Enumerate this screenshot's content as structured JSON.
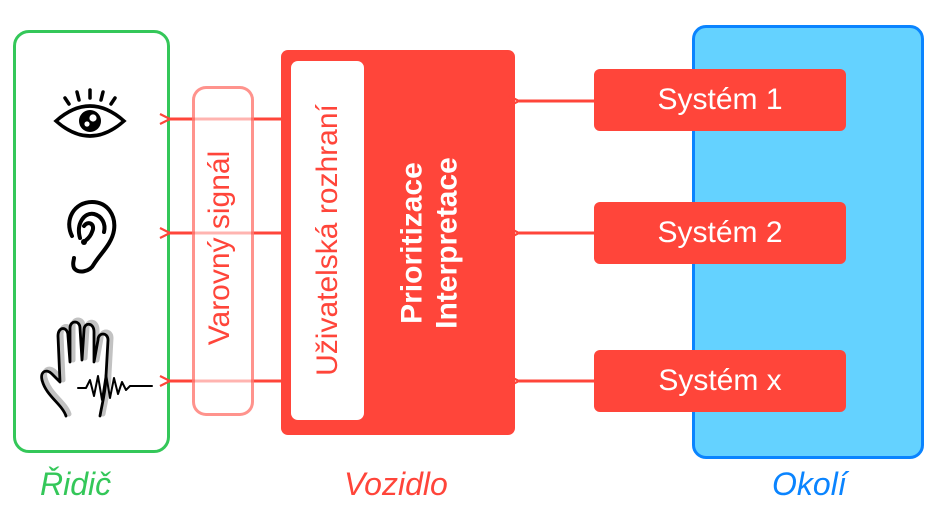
{
  "colors": {
    "driver": "#34c759",
    "vehicle": "#ff453a",
    "environment_fill": "#64d2ff",
    "environment_border": "#0a84ff",
    "warning_border": "rgba(255,59,48,0.55)"
  },
  "driver": {
    "caption": "Řidič",
    "senses": [
      {
        "icon": "eye-icon"
      },
      {
        "icon": "ear-icon"
      },
      {
        "icon": "hand-vibration-icon"
      }
    ]
  },
  "warning_signal": {
    "label": "Varovný signál"
  },
  "vehicle": {
    "caption": "Vozidlo",
    "user_interface_label": "Uživatelská rozhraní",
    "processing_lines": [
      "Prioritizace",
      "Interpretace"
    ]
  },
  "environment": {
    "caption": "Okolí",
    "systems": [
      {
        "label": "Systém 1"
      },
      {
        "label": "Systém 2"
      },
      {
        "label": "Systém x"
      }
    ]
  }
}
